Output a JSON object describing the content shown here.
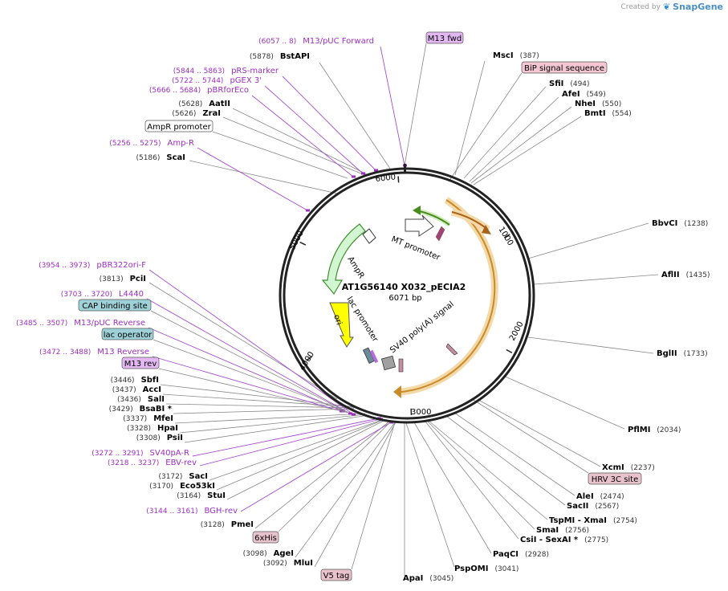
{
  "credit": {
    "text": "Created by",
    "brand": "SnapGene"
  },
  "plasmid": {
    "name": "AT1G56140 X032_pECIA2",
    "length": "6071 bp"
  },
  "ticks": [
    "1000",
    "2000",
    "3000",
    "4000",
    "5000",
    "6000"
  ],
  "arcs": [
    "MT promoter",
    "AmpR",
    "ori",
    "lac promoter",
    "SV40 poly(A) signal"
  ],
  "colors": {
    "primer": "#9b2fbf",
    "line": "#888888",
    "primerLine": "#a64fd0",
    "ring": "#222222",
    "amprArrow": "#c8f2c8",
    "mtArrow": "#ffffff",
    "oriArrow": "#ffff00",
    "orfArc": "#e8b46e",
    "promoterArc": "#5aa02c"
  },
  "labels": {
    "right": [
      {
        "name": "MscI",
        "pos": "(387)"
      },
      {
        "name": "SfiI",
        "pos": "(494)"
      },
      {
        "name": "AfeI",
        "pos": "(549)"
      },
      {
        "name": "NheI",
        "pos": "(550)"
      },
      {
        "name": "BmtI",
        "pos": "(554)"
      },
      {
        "name": "BbvCI",
        "pos": "(1238)"
      },
      {
        "name": "AflII",
        "pos": "(1435)"
      },
      {
        "name": "BglII",
        "pos": "(1733)"
      },
      {
        "name": "PflMI",
        "pos": "(2034)"
      },
      {
        "name": "XcmI",
        "pos": "(2237)"
      },
      {
        "name": "AleI",
        "pos": "(2474)"
      },
      {
        "name": "SacII",
        "pos": "(2567)"
      },
      {
        "name": "TspMI - XmaI",
        "pos": "(2754)"
      },
      {
        "name": "SmaI",
        "pos": "(2756)"
      },
      {
        "name": "CsiI - SexAI *",
        "pos": "(2775)"
      },
      {
        "name": "PaqCI",
        "pos": "(2928)"
      },
      {
        "name": "PspOMI",
        "pos": "(3041)"
      },
      {
        "name": "ApaI",
        "pos": "(3045)"
      }
    ],
    "left": [
      {
        "name": "BstAPI",
        "pos": "(5878)"
      },
      {
        "name": "AatII",
        "pos": "(5628)"
      },
      {
        "name": "ZraI",
        "pos": "(5626)"
      },
      {
        "name": "ScaI",
        "pos": "(5186)"
      },
      {
        "name": "PciI",
        "pos": "(3813)"
      },
      {
        "name": "SbfI",
        "pos": "(3446)"
      },
      {
        "name": "AccI",
        "pos": "(3437)"
      },
      {
        "name": "SalI",
        "pos": "(3436)"
      },
      {
        "name": "BsaBI *",
        "pos": "(3429)"
      },
      {
        "name": "MfeI",
        "pos": "(3337)"
      },
      {
        "name": "HpaI",
        "pos": "(3328)"
      },
      {
        "name": "PsiI",
        "pos": "(3308)"
      },
      {
        "name": "SacI",
        "pos": "(3172)"
      },
      {
        "name": "Eco53kI",
        "pos": "(3170)"
      },
      {
        "name": "StuI",
        "pos": "(3164)"
      },
      {
        "name": "PmeI",
        "pos": "(3128)"
      },
      {
        "name": "AgeI",
        "pos": "(3098)"
      },
      {
        "name": "MluI",
        "pos": "(3092)"
      }
    ],
    "primers": [
      {
        "name": "M13/pUC Forward",
        "pos": "(6057 .. 8)"
      },
      {
        "name": "pRS-marker",
        "pos": "(5844 .. 5863)"
      },
      {
        "name": "pGEX 3'",
        "pos": "(5722 .. 5744)"
      },
      {
        "name": "pBRforEco",
        "pos": "(5666 .. 5684)"
      },
      {
        "name": "Amp-R",
        "pos": "(5256 .. 5275)"
      },
      {
        "name": "pBR322ori-F",
        "pos": "(3954 .. 3973)"
      },
      {
        "name": "L4440",
        "pos": "(3703 .. 3720)"
      },
      {
        "name": "M13/pUC Reverse",
        "pos": "(3485 .. 3507)"
      },
      {
        "name": "M13 Reverse",
        "pos": "(3472 .. 3488)"
      },
      {
        "name": "SV40pA-R",
        "pos": "(3272 .. 3291)"
      },
      {
        "name": "EBV-rev",
        "pos": "(3218 .. 3237)"
      },
      {
        "name": "BGH-rev",
        "pos": "(3144 .. 3161)"
      }
    ],
    "features": [
      {
        "name": "M13 fwd",
        "color": "#e3b8f2"
      },
      {
        "name": "BiP signal sequence",
        "color": "#f2c6d2"
      },
      {
        "name": "AmpR promoter",
        "color": "#ffffff"
      },
      {
        "name": "CAP binding site",
        "color": "#9fd2d8"
      },
      {
        "name": "lac operator",
        "color": "#9fd2d8"
      },
      {
        "name": "M13 rev",
        "color": "#e3b8f2"
      },
      {
        "name": "HRV 3C site",
        "color": "#e8c2cc"
      },
      {
        "name": "6xHis",
        "color": "#e8c2cc"
      },
      {
        "name": "V5 tag",
        "color": "#e8c2cc"
      }
    ]
  }
}
